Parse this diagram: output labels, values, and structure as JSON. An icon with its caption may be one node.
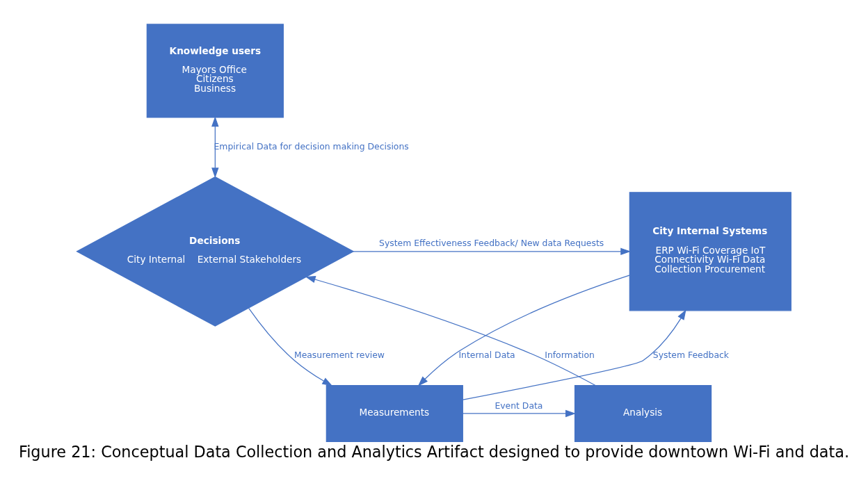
{
  "diagram": {
    "caption": "Figure 21: Conceptual Data Collection and Analytics Artifact designed to provide downtown Wi-Fi and data.",
    "nodes": [
      {
        "text": [
          "City Internal Systems",
          "ERP Wi-Fi Coverage IoT Connectivity Wi-Fi Data Collection Procurement"
        ]
      },
      {
        "text": [
          "Measurements"
        ]
      },
      {
        "text": [
          "Analysis"
        ]
      },
      {
        "text": [
          "Decisions",
          "City Internal",
          "External Stakeholders"
        ]
      },
      {
        "text": [
          "Knowledge users",
          "Mayors Office Citizens Business"
        ]
      }
    ],
    "edges": [
      {
        "from": 3,
        "to": 0,
        "arrow": "to",
        "label": "System Effectiveness Feedback/ New data Requests"
      },
      {
        "from": 0,
        "to": 1,
        "arrow": "to",
        "label": "Internal Data"
      },
      {
        "from": 3,
        "to": 1,
        "arrow": "to",
        "label": "Measurement review"
      },
      {
        "from": 1,
        "to": 0,
        "arrow": "to",
        "label": "System Feedback"
      },
      {
        "from": 1,
        "to": 2,
        "arrow": "to",
        "label": "Event Data"
      },
      {
        "from": 2,
        "to": 3,
        "arrow": "to",
        "label": "Information"
      },
      {
        "from": 4,
        "to": 3,
        "arrow": "both",
        "label": "Empirical Data for decision making Decisions"
      }
    ]
  }
}
